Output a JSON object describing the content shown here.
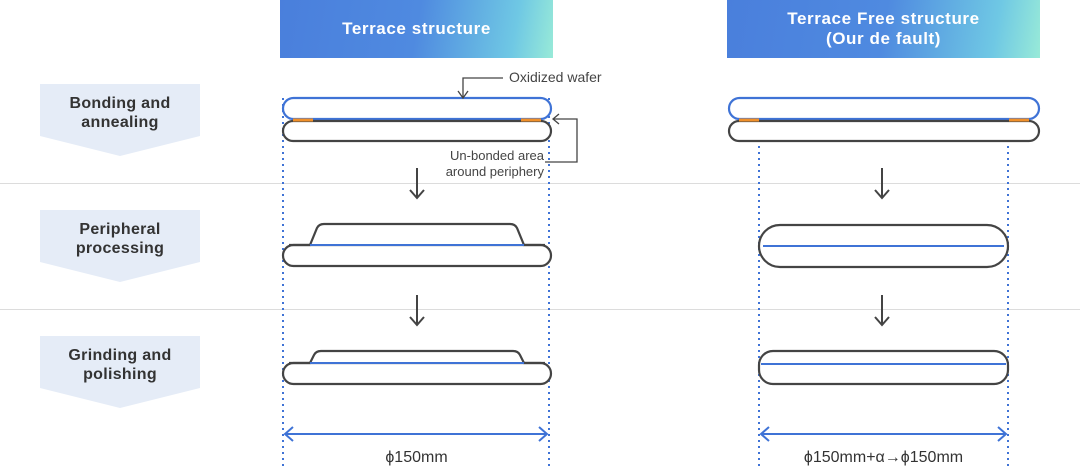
{
  "headers": {
    "left": "Terrace structure",
    "right_line1": "Terrace Free structure",
    "right_line2": "(Our de fault)"
  },
  "steps": [
    {
      "line1": "Bonding and",
      "line2": "annealing"
    },
    {
      "line1": "Peripheral",
      "line2": "processing"
    },
    {
      "line1": "Grinding and",
      "line2": "polishing"
    }
  ],
  "callouts": {
    "oxidized_wafer": "Oxidized wafer",
    "unbonded_line1": "Un-bonded area",
    "unbonded_line2": "around periphery"
  },
  "dimensions": {
    "left": "ϕ150mm",
    "right": "ϕ150mm+α→ϕ150mm"
  },
  "colors": {
    "accent_blue": "#3f73d6",
    "wafer_outline": "#444444",
    "unbonded_orange": "#f0902a",
    "step_arrow_fill": "#e5ecf7"
  }
}
